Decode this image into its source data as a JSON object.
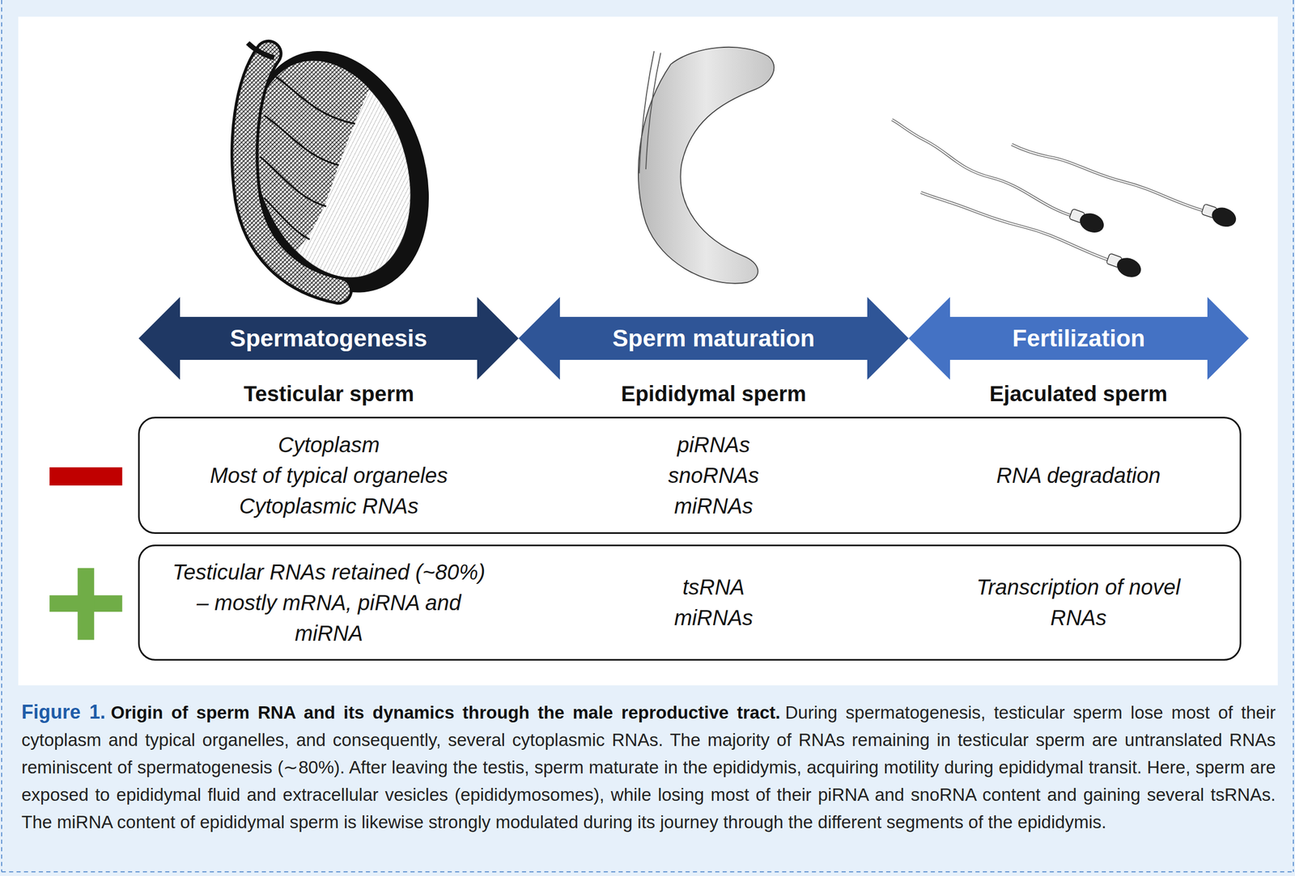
{
  "diagram": {
    "title": "Origin of sperm RNA and its dynamics through the male reproductive tract.",
    "caption": "During spermatogenesis, testicular sperm lose most of their cytoplasm and typical organelles, and consequently, several cytoplasmic RNAs. The majority of RNAs remaining in testicular sperm are untranslated RNAs reminiscent of spermatogenesis (∼80%). After leaving the testis, sperm maturate in the epididymis, acquiring motility during epididymal transit. Here, sperm are exposed to epididymal fluid and extracellular vesicles (epididymosomes), while losing most of their piRNA and snoRNA content and gaining several tsRNAs. The miRNA content of epididymal sperm is likewise strongly modulated during its journey through the different segments of the epididymis.",
    "nodes": [
      {
        "text": [
          "Spermatogenesis"
        ]
      },
      {
        "text": [
          "Sperm maturation"
        ]
      },
      {
        "text": [
          "Fertilization"
        ]
      },
      {
        "text": [
          "Cytoplasm",
          "Most of typical organeles",
          "Cytoplasmic RNAs",
          "piRNAs",
          "snoRNAs",
          "miRNAs",
          "RNA degradation"
        ]
      },
      {
        "text": [
          "Testicular RNAs retained (~80%) – mostly mRNA, piRNA and miRNA",
          "tsRNA",
          "miRNAs",
          "Transcription of novel RNAs"
        ]
      }
    ],
    "labels": [
      "Testicular sperm",
      "Epididymal sperm",
      "Ejaculated sperm",
      "Figure 1."
    ]
  }
}
